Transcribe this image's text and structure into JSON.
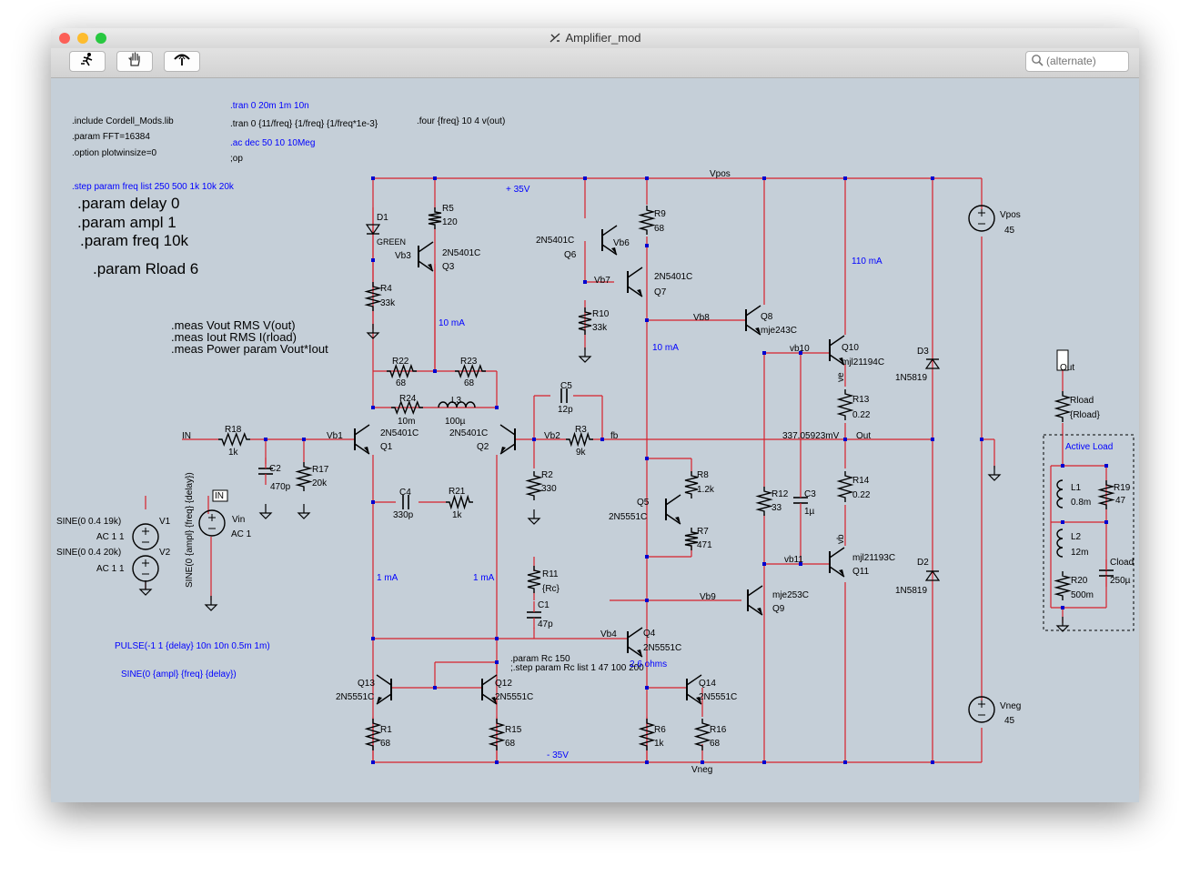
{
  "window": {
    "title": "Amplifier_mod"
  },
  "toolbar": {
    "search_placeholder": "(alternate)"
  },
  "colors": {
    "canvas": "#c5cfd8",
    "wire": "#d8202c",
    "node": "#0000d0",
    "blue_text": "#0000ff",
    "text": "#000000"
  },
  "icons": [
    "run-icon",
    "halt-icon",
    "probe-icon",
    "search-icon",
    "schematic-doc-icon"
  ],
  "directives": {
    "include": ".include Cordell_Mods.lib",
    "param_fft": ".param FFT=16384",
    "option": ".option plotwinsize=0",
    "tran1": ".tran 0 20m 1m 10n",
    "tran2": ".tran 0 {11/freq} {1/freq} {1/freq*1e-3}",
    "ac": ".ac dec 50 10 10Meg",
    "op": ";op",
    "four": ".four {freq} 10 4 v(out)",
    "step_freq": ".step param freq list 250 500 1k 10k 20k",
    "param_delay": ".param delay 0",
    "param_ampl": ".param ampl 1",
    "param_freq": ".param freq 10k",
    "param_rload": ".param Rload 6",
    "meas_vout": ".meas Vout RMS V(out)",
    "meas_iout": ".meas Iout RMS I(rload)",
    "meas_power": ".meas Power param Vout*Iout",
    "param_rc": ".param Rc 150",
    "step_rc": ";.step param Rc list 1 47 100 200",
    "pulse": "PULSE(-1 1 {delay} 10n 10n 0.5m 1m)",
    "sine": "SINE(0 {ampl} {freq} {delay})"
  },
  "labels": [
    {
      "id": "vpos_net",
      "text": "Vpos",
      "blue": false
    },
    {
      "id": "plus35",
      "text": "+ 35V",
      "blue": true
    },
    {
      "id": "minus35",
      "text": "- 35V",
      "blue": true
    },
    {
      "id": "vneg_net",
      "text": "Vneg",
      "blue": false
    },
    {
      "id": "d1",
      "text": "D1",
      "blue": false
    },
    {
      "id": "d1_val",
      "text": "GREEN",
      "blue": false
    },
    {
      "id": "r5",
      "text": "R5",
      "blue": false
    },
    {
      "id": "r5_val",
      "text": "120",
      "blue": false
    },
    {
      "id": "vb3",
      "text": "Vb3",
      "blue": false
    },
    {
      "id": "q3_type",
      "text": "2N5401C",
      "blue": false
    },
    {
      "id": "q3",
      "text": "Q3",
      "blue": false
    },
    {
      "id": "r4",
      "text": "R4",
      "blue": false
    },
    {
      "id": "r4_val",
      "text": "33k",
      "blue": false
    },
    {
      "id": "i10ma_a",
      "text": "10 mA",
      "blue": true
    },
    {
      "id": "q6_type",
      "text": "2N5401C",
      "blue": false
    },
    {
      "id": "q6",
      "text": "Q6",
      "blue": false
    },
    {
      "id": "vb6",
      "text": "Vb6",
      "blue": false
    },
    {
      "id": "r9",
      "text": "R9",
      "blue": false
    },
    {
      "id": "r9_val",
      "text": "68",
      "blue": false
    },
    {
      "id": "vb7",
      "text": "Vb7",
      "blue": false
    },
    {
      "id": "q7_type",
      "text": "2N5401C",
      "blue": false
    },
    {
      "id": "q7",
      "text": "Q7",
      "blue": false
    },
    {
      "id": "r10",
      "text": "R10",
      "blue": false
    },
    {
      "id": "r10_val",
      "text": "33k",
      "blue": false
    },
    {
      "id": "vb8",
      "text": "Vb8",
      "blue": false
    },
    {
      "id": "q8",
      "text": "Q8",
      "blue": false
    },
    {
      "id": "q8_type",
      "text": "mje243C",
      "blue": false
    },
    {
      "id": "i10ma_b",
      "text": "10 mA",
      "blue": true
    },
    {
      "id": "i110ma",
      "text": "110 mA",
      "blue": true
    },
    {
      "id": "vb10",
      "text": "vb10",
      "blue": false
    },
    {
      "id": "q10",
      "text": "Q10",
      "blue": false
    },
    {
      "id": "q10_type",
      "text": "mjl21194C",
      "blue": false
    },
    {
      "id": "ve",
      "text": "ve",
      "blue": false
    },
    {
      "id": "r13",
      "text": "R13",
      "blue": false
    },
    {
      "id": "r13_val",
      "text": "0.22",
      "blue": false
    },
    {
      "id": "d3",
      "text": "D3",
      "blue": false
    },
    {
      "id": "d3_type",
      "text": "1N5819",
      "blue": false
    },
    {
      "id": "vpos_src",
      "text": "Vpos",
      "blue": false
    },
    {
      "id": "vpos_val",
      "text": "45",
      "blue": false
    },
    {
      "id": "r22",
      "text": "R22",
      "blue": false
    },
    {
      "id": "r22_val",
      "text": "68",
      "blue": false
    },
    {
      "id": "r23",
      "text": "R23",
      "blue": false
    },
    {
      "id": "r23_val",
      "text": "68",
      "blue": false
    },
    {
      "id": "r24",
      "text": "R24",
      "blue": false
    },
    {
      "id": "r24_val",
      "text": "10m",
      "blue": false
    },
    {
      "id": "l3",
      "text": "L3",
      "blue": false
    },
    {
      "id": "l3_val",
      "text": "100µ",
      "blue": false
    },
    {
      "id": "c5",
      "text": "C5",
      "blue": false
    },
    {
      "id": "c5_val",
      "text": "12p",
      "blue": false
    },
    {
      "id": "in_label",
      "text": "IN",
      "blue": false
    },
    {
      "id": "r18",
      "text": "R18",
      "blue": false
    },
    {
      "id": "r18_val",
      "text": "1k",
      "blue": false
    },
    {
      "id": "vb1",
      "text": "Vb1",
      "blue": false
    },
    {
      "id": "q1_type",
      "text": "2N5401C",
      "blue": false
    },
    {
      "id": "q1",
      "text": "Q1",
      "blue": false
    },
    {
      "id": "q2_type",
      "text": "2N5401C",
      "blue": false
    },
    {
      "id": "q2",
      "text": "Q2",
      "blue": false
    },
    {
      "id": "vb2",
      "text": "Vb2",
      "blue": false
    },
    {
      "id": "r3",
      "text": "R3",
      "blue": false
    },
    {
      "id": "r3_val",
      "text": "9k",
      "blue": false
    },
    {
      "id": "fb",
      "text": "fb",
      "blue": false
    },
    {
      "id": "vout_val",
      "text": "337.05923mV",
      "blue": false
    },
    {
      "id": "out_net",
      "text": "Out",
      "blue": false
    },
    {
      "id": "out_port",
      "text": "Out",
      "blue": false
    },
    {
      "id": "rload",
      "text": "Rload",
      "blue": false
    },
    {
      "id": "rload_val",
      "text": "{Rload}",
      "blue": false
    },
    {
      "id": "active_load",
      "text": "Active Load",
      "blue": true
    },
    {
      "id": "c2",
      "text": "C2",
      "blue": false
    },
    {
      "id": "c2_val",
      "text": "470p",
      "blue": false
    },
    {
      "id": "r17",
      "text": "R17",
      "blue": false
    },
    {
      "id": "r17_val",
      "text": "20k",
      "blue": false
    },
    {
      "id": "r2",
      "text": "R2",
      "blue": false
    },
    {
      "id": "r2_val",
      "text": "330",
      "blue": false
    },
    {
      "id": "r8",
      "text": "R8",
      "blue": false
    },
    {
      "id": "r8_val",
      "text": "1.2k",
      "blue": false
    },
    {
      "id": "q5",
      "text": "Q5",
      "blue": false
    },
    {
      "id": "q5_type",
      "text": "2N5551C",
      "blue": false
    },
    {
      "id": "r7",
      "text": "R7",
      "blue": false
    },
    {
      "id": "r7_val",
      "text": "471",
      "blue": false
    },
    {
      "id": "r12",
      "text": "R12",
      "blue": false
    },
    {
      "id": "r12_val",
      "text": "33",
      "blue": false
    },
    {
      "id": "c3",
      "text": "C3",
      "blue": false
    },
    {
      "id": "c3_val",
      "text": "1µ",
      "blue": false
    },
    {
      "id": "r14",
      "text": "R14",
      "blue": false
    },
    {
      "id": "r14_val",
      "text": "0.22",
      "blue": false
    },
    {
      "id": "l1",
      "text": "L1",
      "blue": false
    },
    {
      "id": "l1_val",
      "text": "0.8m",
      "blue": false
    },
    {
      "id": "r19",
      "text": "R19",
      "blue": false
    },
    {
      "id": "r19_val",
      "text": "47",
      "blue": false
    },
    {
      "id": "c4",
      "text": "C4",
      "blue": false
    },
    {
      "id": "c4_val",
      "text": "330p",
      "blue": false
    },
    {
      "id": "r21",
      "text": "R21",
      "blue": false
    },
    {
      "id": "r21_val",
      "text": "1k",
      "blue": false
    },
    {
      "id": "in_port",
      "text": "IN",
      "blue": false
    },
    {
      "id": "vin",
      "text": "Vin",
      "blue": false
    },
    {
      "id": "vin_ac",
      "text": "AC 1",
      "blue": false
    },
    {
      "id": "vin_sine",
      "text": "SINE(0 {ampl} {freq} {delay})",
      "blue": false
    },
    {
      "id": "v1_sine",
      "text": "SINE(0 0.4 19k)",
      "blue": false
    },
    {
      "id": "v1",
      "text": "V1",
      "blue": false
    },
    {
      "id": "v1_ac",
      "text": "AC 1 1",
      "blue": false
    },
    {
      "id": "v2_sine",
      "text": "SINE(0 0.4 20k)",
      "blue": false
    },
    {
      "id": "v2",
      "text": "V2",
      "blue": false
    },
    {
      "id": "v2_ac",
      "text": "AC 1 1",
      "blue": false
    },
    {
      "id": "i1ma_a",
      "text": "1 mA",
      "blue": true
    },
    {
      "id": "i1ma_b",
      "text": "1 mA",
      "blue": true
    },
    {
      "id": "vb11",
      "text": "vb11",
      "blue": false
    },
    {
      "id": "vb",
      "text": "vb",
      "blue": false
    },
    {
      "id": "q11_type",
      "text": "mjl21193C",
      "blue": false
    },
    {
      "id": "q11",
      "text": "Q11",
      "blue": false
    },
    {
      "id": "d2",
      "text": "D2",
      "blue": false
    },
    {
      "id": "d2_type",
      "text": "1N5819",
      "blue": false
    },
    {
      "id": "l2",
      "text": "L2",
      "blue": false
    },
    {
      "id": "l2_val",
      "text": "12m",
      "blue": false
    },
    {
      "id": "cload",
      "text": "Cload",
      "blue": false
    },
    {
      "id": "cload_val",
      "text": "250µ",
      "blue": false
    },
    {
      "id": "r20",
      "text": "R20",
      "blue": false
    },
    {
      "id": "r20_val",
      "text": "500m",
      "blue": false
    },
    {
      "id": "r11",
      "text": "R11",
      "blue": false
    },
    {
      "id": "r11_val",
      "text": "{Rc}",
      "blue": false
    },
    {
      "id": "c1",
      "text": "C1",
      "blue": false
    },
    {
      "id": "c1_val",
      "text": "47p",
      "blue": false
    },
    {
      "id": "vb9",
      "text": "Vb9",
      "blue": false
    },
    {
      "id": "q9_type",
      "text": "mje253C",
      "blue": false
    },
    {
      "id": "q9",
      "text": "Q9",
      "blue": false
    },
    {
      "id": "vb4",
      "text": "Vb4",
      "blue": false
    },
    {
      "id": "q4",
      "text": "Q4",
      "blue": false
    },
    {
      "id": "q4_type",
      "text": "2N5551C",
      "blue": false
    },
    {
      "id": "ohms",
      "text": "2.6 ohms",
      "blue": true
    },
    {
      "id": "q13",
      "text": "Q13",
      "blue": false
    },
    {
      "id": "q13_type",
      "text": "2N5551C",
      "blue": false
    },
    {
      "id": "q12",
      "text": "Q12",
      "blue": false
    },
    {
      "id": "q12_type",
      "text": "2N5551C",
      "blue": false
    },
    {
      "id": "q14",
      "text": "Q14",
      "blue": false
    },
    {
      "id": "q14_type",
      "text": "2N5551C",
      "blue": false
    },
    {
      "id": "r1",
      "text": "R1",
      "blue": false
    },
    {
      "id": "r1_val",
      "text": "68",
      "blue": false
    },
    {
      "id": "r15",
      "text": "R15",
      "blue": false
    },
    {
      "id": "r15_val",
      "text": "68",
      "blue": false
    },
    {
      "id": "r6",
      "text": "R6",
      "blue": false
    },
    {
      "id": "r6_val",
      "text": "1k",
      "blue": false
    },
    {
      "id": "r16",
      "text": "R16",
      "blue": false
    },
    {
      "id": "r16_val",
      "text": "68",
      "blue": false
    },
    {
      "id": "vneg_src",
      "text": "Vneg",
      "blue": false
    },
    {
      "id": "vneg_val",
      "text": "45",
      "blue": false
    }
  ]
}
